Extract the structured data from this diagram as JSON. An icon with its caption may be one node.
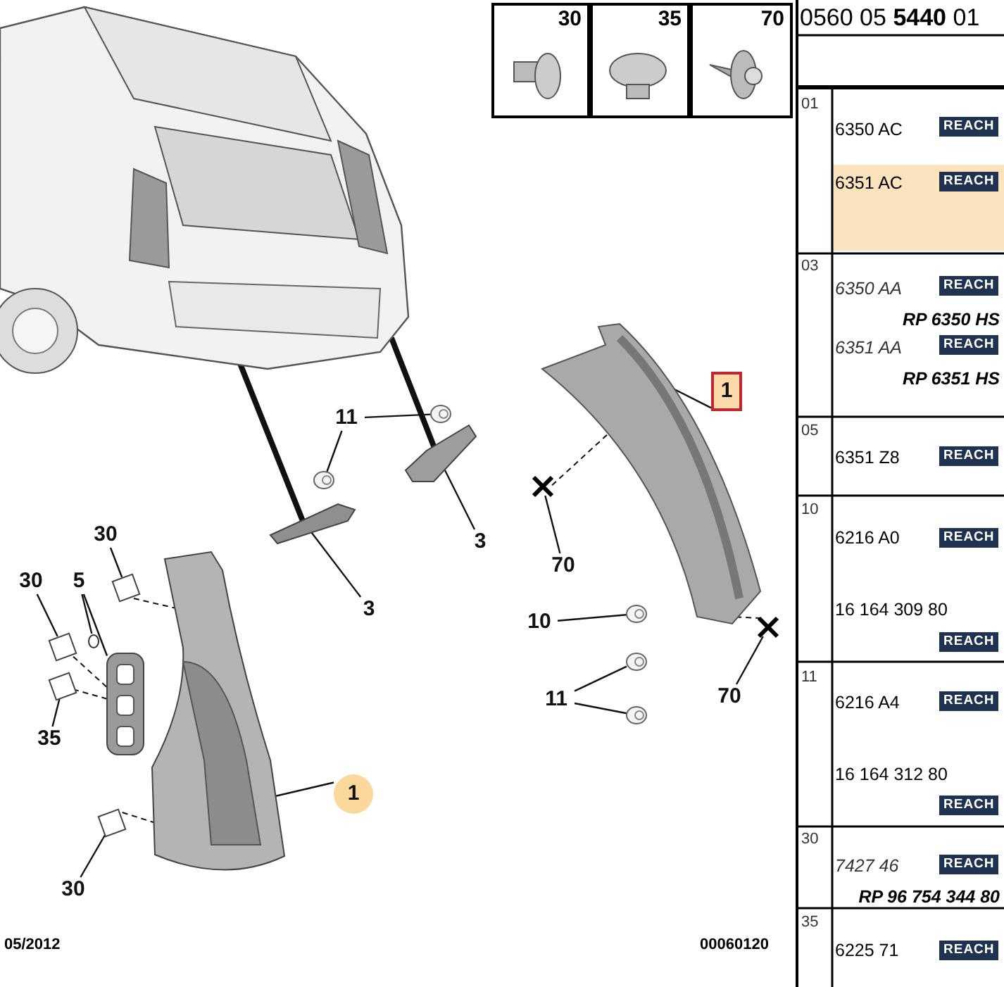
{
  "diagram": {
    "nodes": [
      {
        "text": [
          "30"
        ]
      },
      {
        "text": [
          "35"
        ]
      },
      {
        "text": [
          "70"
        ]
      },
      {
        "text": [],
        "shape": "picture"
      },
      {
        "text": [
          "11"
        ]
      },
      {
        "text": [],
        "shape": "picture"
      },
      {
        "text": [],
        "shape": "picture"
      },
      {
        "text": [],
        "shape": "picture"
      },
      {
        "text": [],
        "shape": "picture"
      },
      {
        "text": [
          "3"
        ]
      },
      {
        "text": [
          "3"
        ]
      },
      {
        "text": [],
        "shape": "cross"
      },
      {
        "text": [
          "70"
        ]
      },
      {
        "text": [],
        "shape": "picture"
      },
      {
        "text": [
          "1"
        ]
      },
      {
        "text": [
          "10"
        ]
      },
      {
        "text": [],
        "shape": "picture"
      },
      {
        "text": [
          "11"
        ]
      },
      {
        "text": [],
        "shape": "picture"
      },
      {
        "text": [],
        "shape": "picture"
      },
      {
        "text": [],
        "shape": "cross"
      },
      {
        "text": [
          "70"
        ]
      },
      {
        "text": [
          "30"
        ]
      },
      {
        "text": [],
        "shape": "box"
      },
      {
        "text": [
          "30"
        ]
      },
      {
        "text": [],
        "shape": "box"
      },
      {
        "text": [
          "5"
        ]
      },
      {
        "text": [],
        "shape": "circle"
      },
      {
        "text": [],
        "shape": "picture"
      },
      {
        "text": [],
        "shape": "box"
      },
      {
        "text": [
          "35"
        ]
      },
      {
        "text": [],
        "shape": "picture"
      },
      {
        "text": [
          "1"
        ]
      },
      {
        "text": [],
        "shape": "box"
      },
      {
        "text": [
          "30"
        ]
      }
    ],
    "edges": [
      {
        "from": 3,
        "to": 8,
        "arrow": "none",
        "style": "thick"
      },
      {
        "from": 3,
        "to": 7,
        "arrow": "none",
        "style": "thick"
      },
      {
        "from": 4,
        "to": 5,
        "arrow": "none"
      },
      {
        "from": 4,
        "to": 6,
        "arrow": "none"
      },
      {
        "from": 9,
        "to": 7,
        "arrow": "none"
      },
      {
        "from": 10,
        "to": 8,
        "arrow": "none"
      },
      {
        "from": 12,
        "to": 11,
        "arrow": "none"
      },
      {
        "from": 14,
        "to": 13,
        "arrow": "none"
      },
      {
        "from": 15,
        "to": 16,
        "arrow": "none"
      },
      {
        "from": 17,
        "to": 18,
        "arrow": "none"
      },
      {
        "from": 17,
        "to": 19,
        "arrow": "none"
      },
      {
        "from": 21,
        "to": 20,
        "arrow": "none"
      },
      {
        "from": 22,
        "to": 23,
        "arrow": "none"
      },
      {
        "from": 24,
        "to": 25,
        "arrow": "none"
      },
      {
        "from": 26,
        "to": 27,
        "arrow": "none"
      },
      {
        "from": 26,
        "to": 28,
        "arrow": "none"
      },
      {
        "from": 30,
        "to": 29,
        "arrow": "none"
      },
      {
        "from": 32,
        "to": 31,
        "arrow": "none"
      },
      {
        "from": 34,
        "to": 33,
        "arrow": "none"
      },
      {
        "from": 23,
        "to": 31,
        "arrow": "none",
        "style": "dashed"
      },
      {
        "from": 25,
        "to": 28,
        "arrow": "none",
        "style": "dashed"
      },
      {
        "from": 29,
        "to": 28,
        "arrow": "none",
        "style": "dashed"
      },
      {
        "from": 33,
        "to": 31,
        "arrow": "none",
        "style": "dashed"
      },
      {
        "from": 11,
        "to": 13,
        "arrow": "none",
        "style": "dashed"
      },
      {
        "from": 20,
        "to": 13,
        "arrow": "none",
        "style": "dashed"
      }
    ],
    "labels": [
      "0560 05 **5440** 01",
      "01",
      "6350 AC",
      "REACH",
      "6351 AC",
      "REACH",
      "03",
      "6350 AA",
      "REACH",
      "RP 6350 HS",
      "6351 AA",
      "REACH",
      "RP 6351 HS",
      "05",
      "6351 Z8",
      "REACH",
      "10",
      "6216 A0",
      "REACH",
      "16 164 309 80",
      "REACH",
      "11",
      "6216 A4",
      "REACH",
      "16 164 312 80",
      "REACH",
      "30",
      "7427 46",
      "REACH",
      "RP 96 754 344 80",
      "35",
      "6225 71",
      "REACH",
      "05/2012",
      "00060120"
    ]
  }
}
